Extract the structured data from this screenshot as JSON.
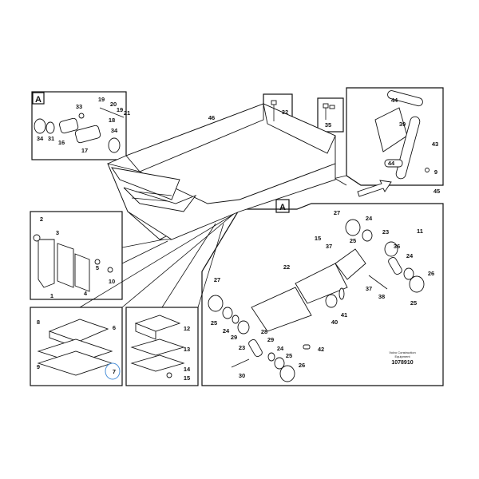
{
  "diagram": {
    "section_marker": "A",
    "detail_marker": "A",
    "publisher_line1": "Volvo Construction",
    "publisher_line2": "Equipment",
    "drawing_number": "1078910",
    "highlight_color": "#4a90d9",
    "panels": {
      "detail_a": [
        "33",
        "19",
        "20",
        "19",
        "21",
        "18",
        "34",
        "31",
        "16",
        "17",
        "34"
      ],
      "main": [
        "46"
      ],
      "box_32": [
        "32"
      ],
      "box_35": [
        "35"
      ],
      "link_arm": [
        "44",
        "39",
        "43",
        "44",
        "9",
        "45"
      ],
      "bracket": [
        "2",
        "3",
        "5",
        "10",
        "4",
        "1"
      ],
      "pad_left": [
        "8",
        "6",
        "9",
        "7"
      ],
      "pad_right": [
        "12",
        "13",
        "14",
        "15"
      ],
      "cylinder": [
        "27",
        "24",
        "11",
        "15",
        "23",
        "25",
        "37",
        "36",
        "24",
        "26",
        "22",
        "27",
        "37",
        "38",
        "25",
        "41",
        "40",
        "25",
        "24",
        "29",
        "23",
        "28",
        "29",
        "24",
        "25",
        "26",
        "42",
        "30"
      ]
    }
  }
}
